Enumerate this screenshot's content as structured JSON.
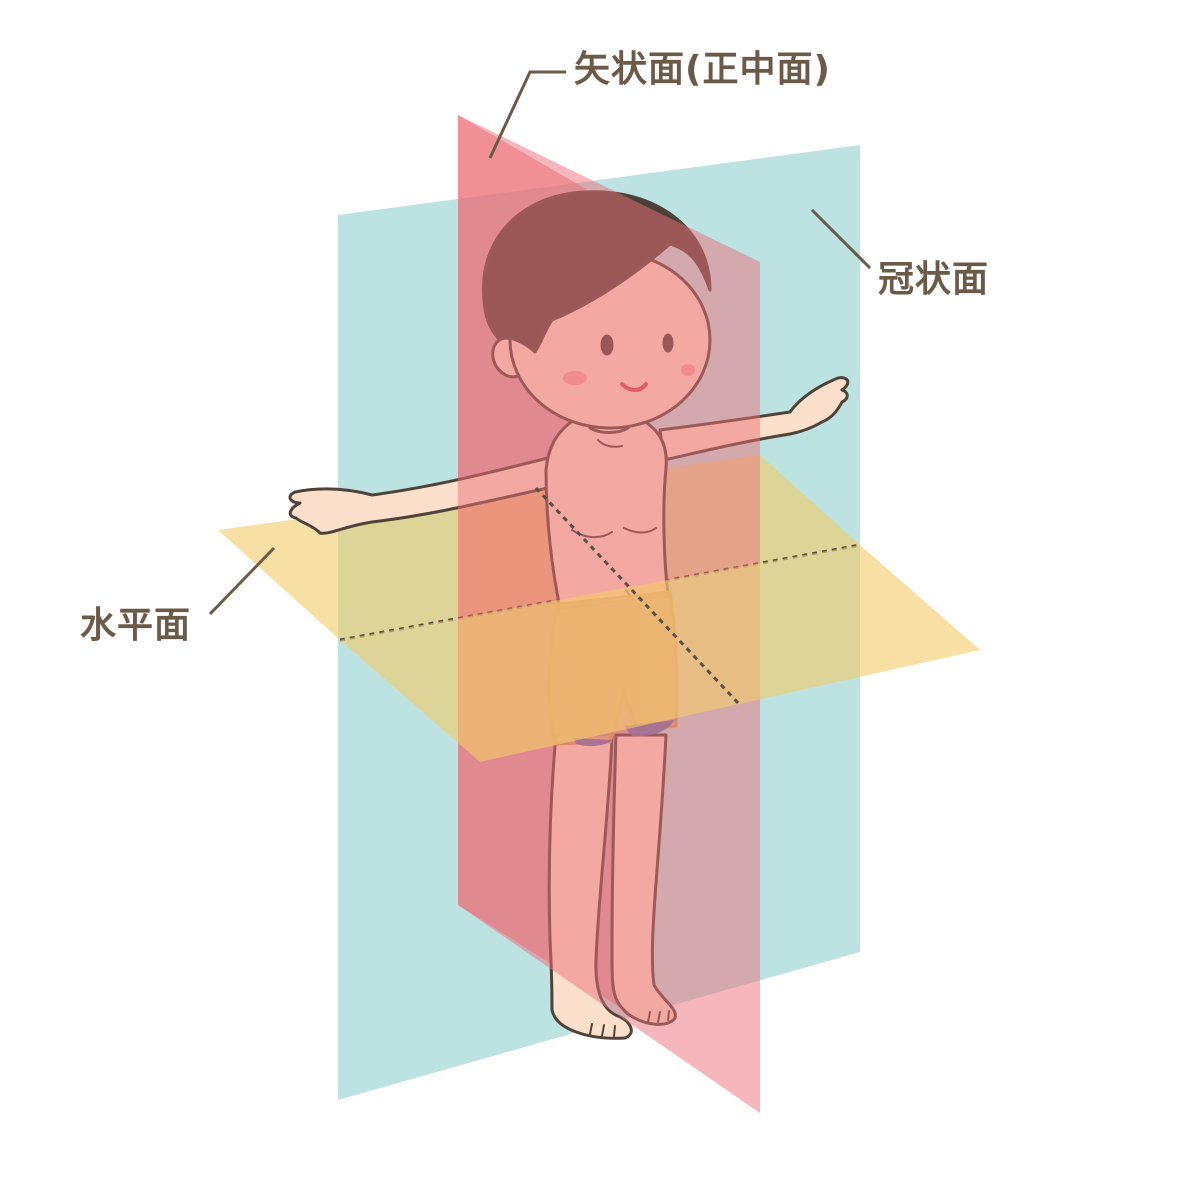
{
  "labels": {
    "sagittal": "矢状面(正中面)",
    "coronal": "冠状面",
    "horizontal": "水平面"
  },
  "colors": {
    "label_text": "#6b5a48",
    "coronal_plane": "#7fcac8",
    "sagittal_plane": "#ec6f78",
    "horizontal_plane": "#f4cc68",
    "skin": "#fde0cc",
    "hair": "#4a3f38",
    "outline": "#4f4339",
    "shorts": "#d4b47c",
    "underwear": "#5b6fb5"
  },
  "icons": {
    "figure": "child-body-figure"
  }
}
